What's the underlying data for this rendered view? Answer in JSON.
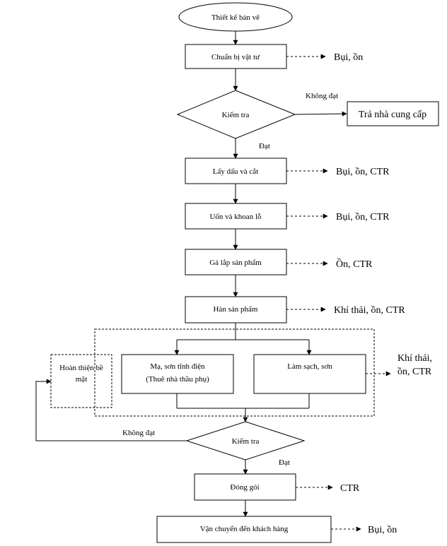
{
  "nodes": {
    "start": "Thiết kế bản vẽ",
    "prepare": "Chuẩn bị vật tư",
    "check1": "Kiểm tra",
    "return_supplier": "Trả nhà cung cấp",
    "mark_cut": "Lấy dấu và cắt",
    "bend_drill": "Uốn và khoan lỗ",
    "assemble": "Gá lắp sản phẩm",
    "weld": "Hàn sản phẩm",
    "finish": [
      "Hoàn thiện bề",
      "mặt"
    ],
    "plating": [
      "Mạ, sơn tĩnh điện",
      "(Thuê nhà thầu phụ)"
    ],
    "clean_paint": "Làm sạch, sơn",
    "check2": "Kiểm tra",
    "pack": "Đóng gói",
    "ship": "Vận chuyển đến khách hàng"
  },
  "branches": {
    "check1_fail": "Không đạt",
    "check1_pass": "Đạt",
    "check2_fail": "Không đạt",
    "check2_pass": "Đạt"
  },
  "outputs": {
    "prepare": "Bụi, ồn",
    "mark_cut": "Bụi, ồn, CTR",
    "bend_drill": "Bụi, ồn, CTR",
    "assemble": "Ồn, CTR",
    "weld": "Khí thải, ồn, CTR",
    "finish_group": [
      "Khí thải,",
      "ồn, CTR"
    ],
    "pack": "CTR",
    "ship": "Bụi, ồn"
  }
}
